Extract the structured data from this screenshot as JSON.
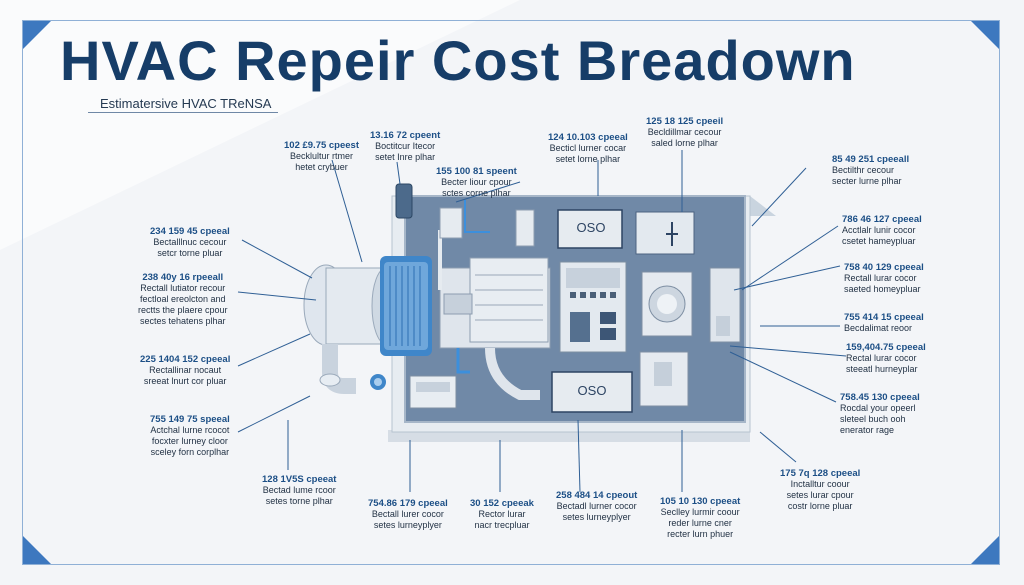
{
  "title": "HVAC Repeir Cost Breadown",
  "subtitle": "Estimatersive HVAC TReNSA",
  "labels": [
    {
      "price": "102 £9.75 cpeest",
      "desc": "Becklultur rtmer\nhetet crybuer"
    },
    {
      "price": "13.16 72 cpeent",
      "desc": "Boctitcur Itecor\nsetet Inre plhar"
    },
    {
      "price": "124 10.103 cpeeal",
      "desc": "Becticl lurner cocar\nsetet lorne plhar"
    },
    {
      "price": "125 18 125 cpeeil",
      "desc": "Becldillmar cecour\nsaled lorne plhar"
    },
    {
      "price": "155 100 81 speent",
      "desc": "Becter liour cpour\nsctes corne plhar"
    },
    {
      "price": "85 49 251 cpeeall",
      "desc": "Bectilthr cecour\nsecter lurne plhar"
    },
    {
      "price": "234 159 45 cpeeal",
      "desc": "Bectalllnuc cecour\nsetcr torne pluar"
    },
    {
      "price": "786 46 127 cpeeal",
      "desc": "Acctlalr lunir cocor\ncsetet hameypluar"
    },
    {
      "price": "238 40y 16 rpeeall",
      "desc": "Rectall lutiator recour\nfectloal ereolcton and\nrectts the plaere cpour\nsectes tehatens plhar"
    },
    {
      "price": "758 40 129 cpeeal",
      "desc": "Rectall lurar cocor\nsaeted homeypluar"
    },
    {
      "price": "755 414 15 cpeeal",
      "desc": "Becdalimat reoor"
    },
    {
      "price": "225 1404 152 cpeeal",
      "desc": "Rectallinar nocaut\nsreeat lnurt cor pluar"
    },
    {
      "price": "159,404.75 cpeeal",
      "desc": "Rectal lurar cocor\nsteeatl hurneyplar"
    },
    {
      "price": "755 149 75 speeal",
      "desc": "Actchal lurne rcocot\nfocxter lurney cloor\nsceley forn corplhar"
    },
    {
      "price": "758.45 130 cpeeal",
      "desc": "Rocdal your opeerl\nsleteel buch ooh\nenerator rage"
    },
    {
      "price": "128 1V5S cpeeat",
      "desc": "Bectad lume rcoor\nsetes torne plhar"
    },
    {
      "price": "754.86 179 cpeeal",
      "desc": "Bectall lurer cocor\nsetes lurneyplyer"
    },
    {
      "price": "30 152 cpeeak",
      "desc": "Rector lurar\nnacr trecpluar"
    },
    {
      "price": "258 484 14 cpeout",
      "desc": "Bectadl lurner cocor\nsetes lurneyplyer"
    },
    {
      "price": "105 10 130 cpeeat",
      "desc": "Seclley lurmir coour\nreder lurne cner\nrecter lurn phuer"
    },
    {
      "price": "175 7q 128 cpeeal",
      "desc": "Inctalltur coour\nsetes lurar cpour\ncostr lorne pluar"
    }
  ],
  "components": {
    "display_panel_1": "OSO",
    "display_panel_2": "OSO"
  },
  "colors": {
    "title": "#163d68",
    "accent": "#2d6fb3",
    "unit_bg": "#6f89a8",
    "leader": "#2f5f95"
  }
}
